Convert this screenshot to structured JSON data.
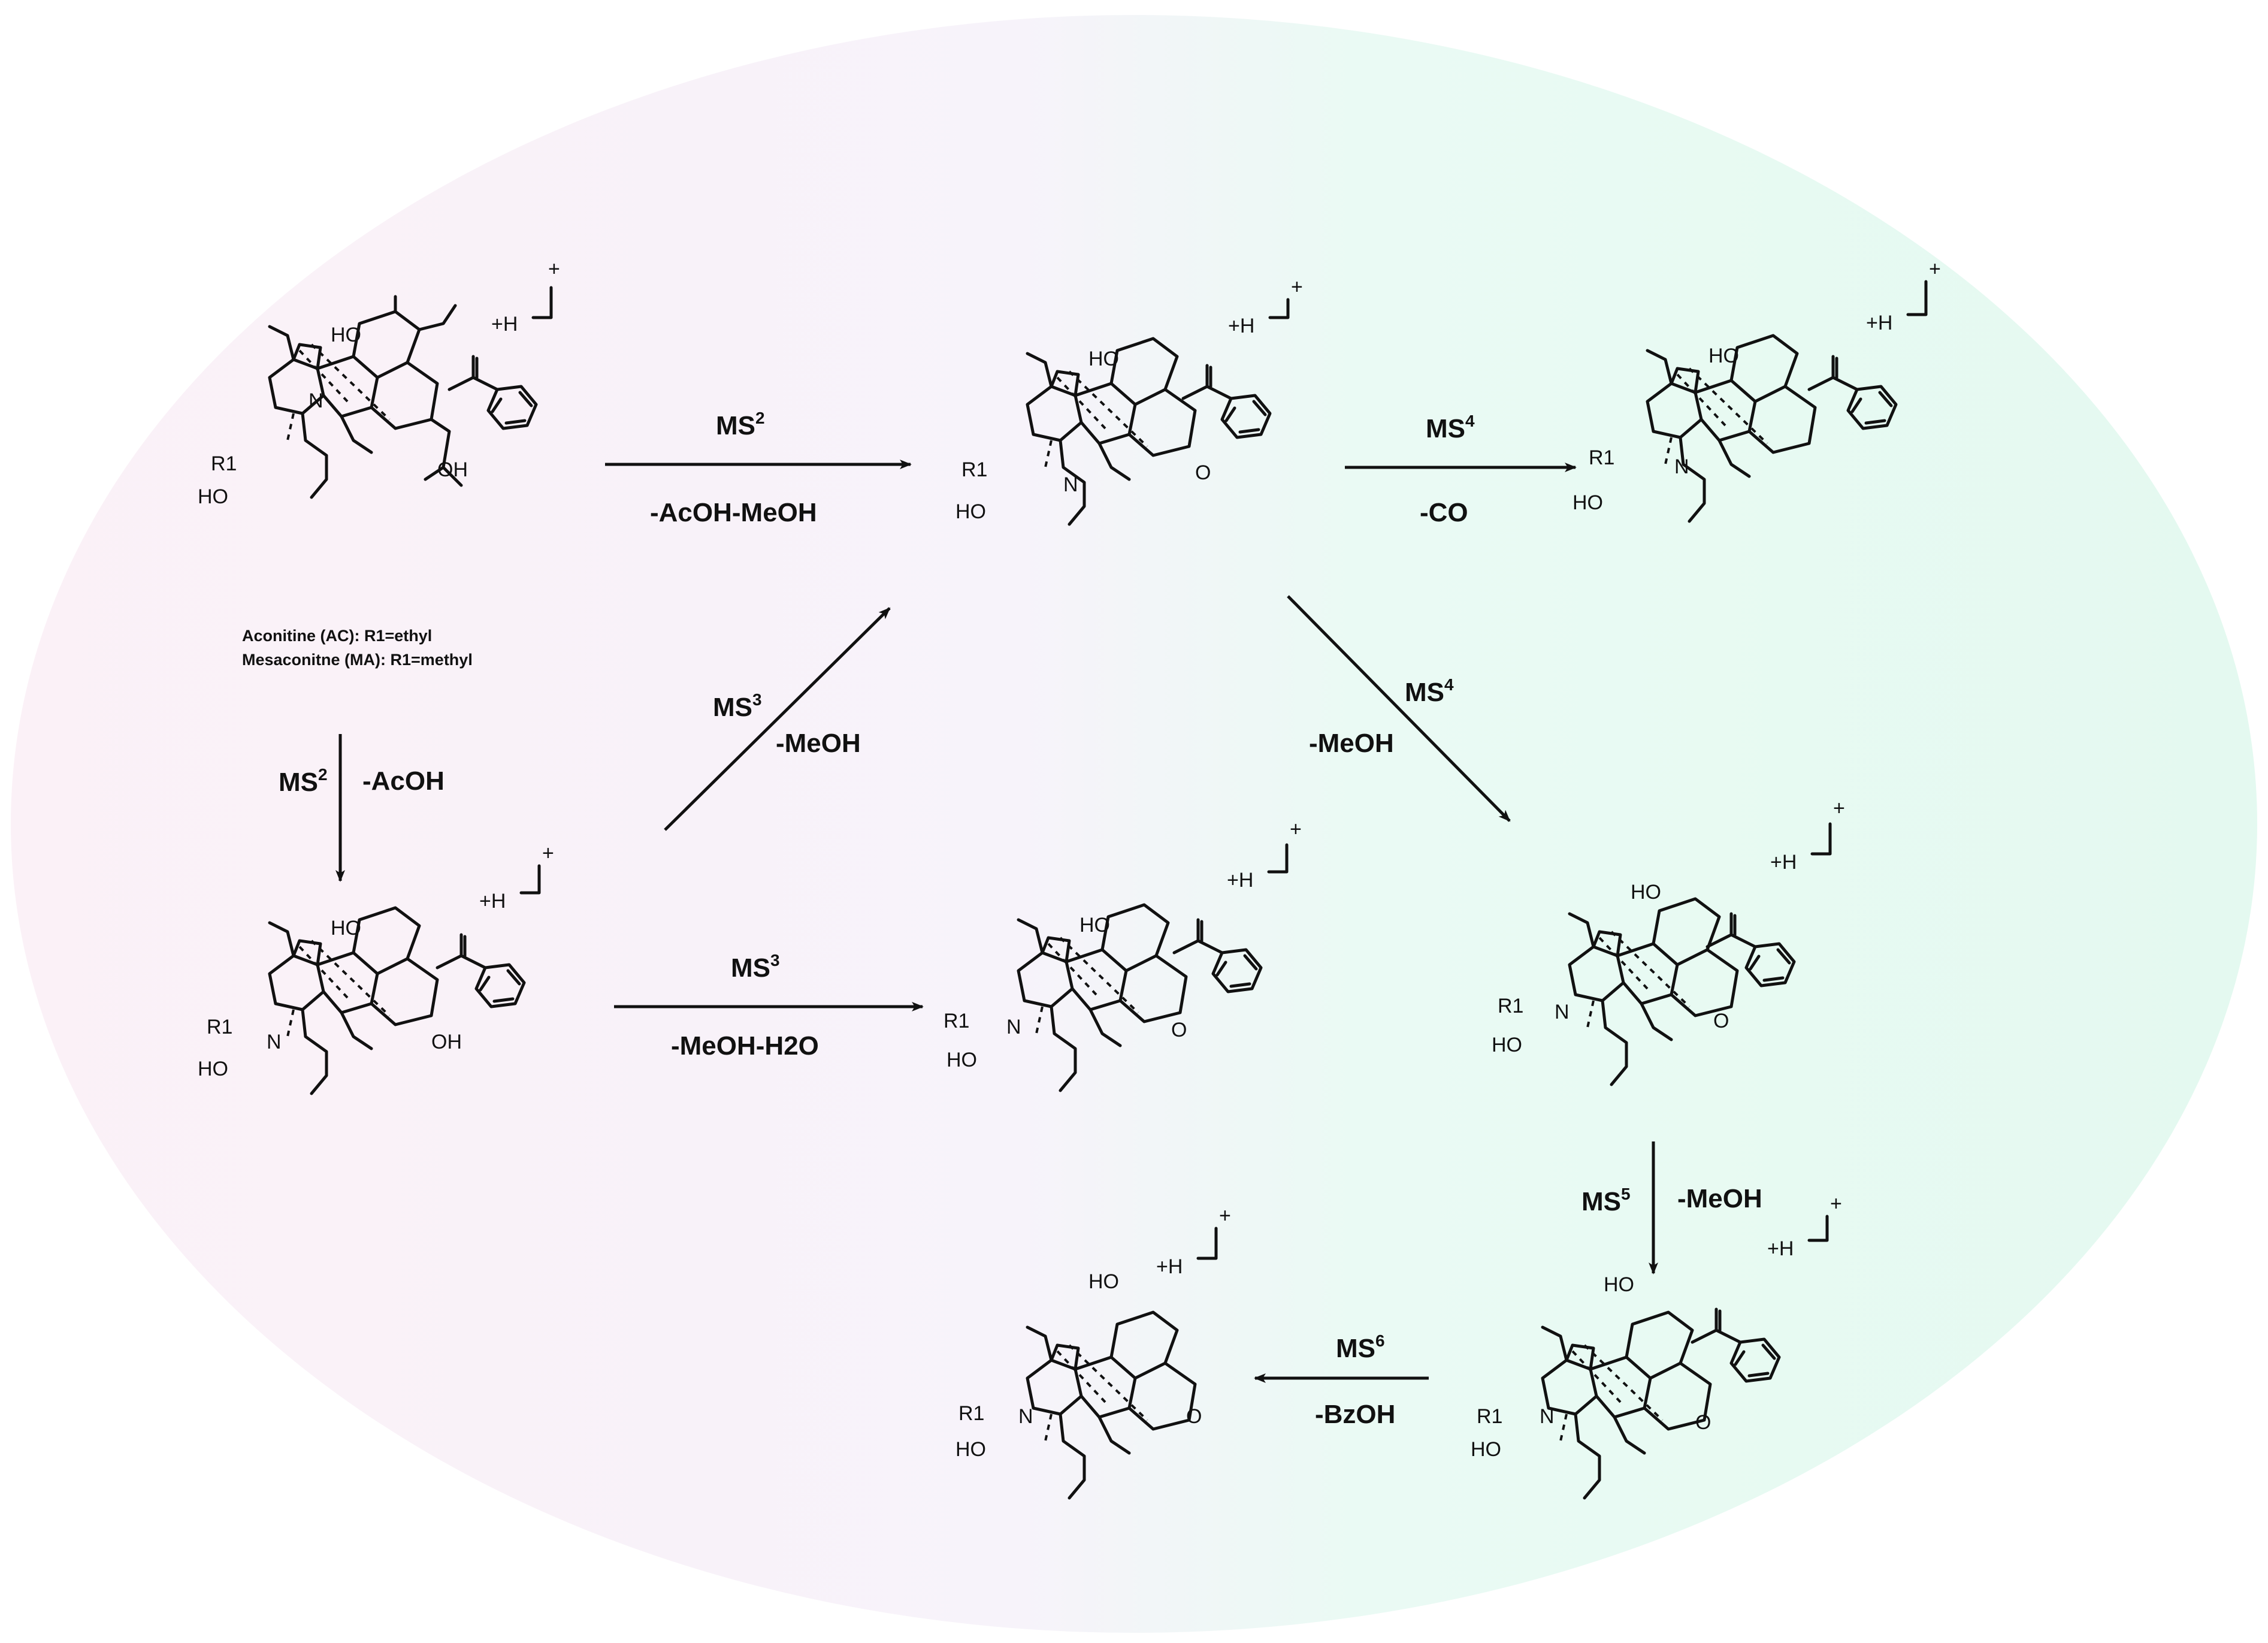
{
  "colors": {
    "left_tint": "#fbf1f7",
    "right_tint": "#e6faf2",
    "ink": "#111111"
  },
  "structures": [
    {
      "id": "aconitine",
      "charge": "+H",
      "sup": "+",
      "atoms": {
        "ho_top": "HO",
        "ho_ring": "OH",
        "ho_left": "HO",
        "n": "N",
        "r1": "R1"
      },
      "caption_lines": [
        "Aconitine (AC): R1=ethyl",
        "Mesaconitne (MA): R1=methyl"
      ]
    },
    {
      "id": "ms2-acoh-meoh",
      "charge": "+H",
      "sup": "+",
      "atoms": {
        "ho_top": "HO",
        "ho_left": "HO",
        "n": "N",
        "r1": "R1",
        "o": "O"
      }
    },
    {
      "id": "ms4-co",
      "charge": "+H",
      "sup": "+",
      "atoms": {
        "ho_top": "HO",
        "ho_left": "HO",
        "n": "N",
        "r1": "R1"
      }
    },
    {
      "id": "ms2-acoh",
      "charge": "+H",
      "sup": "+",
      "atoms": {
        "ho_top": "HO",
        "ho_ring": "OH",
        "ho_left": "HO",
        "n": "N",
        "r1": "R1"
      }
    },
    {
      "id": "ms3-meoh-h2o",
      "charge": "+H",
      "sup": "+",
      "atoms": {
        "ho_top": "HO",
        "ho_left": "HO",
        "n": "N",
        "r1": "R1",
        "o": "O"
      }
    },
    {
      "id": "ms4-meoh",
      "charge": "+H",
      "sup": "+",
      "atoms": {
        "ho_top": "HO",
        "ho_left": "HO",
        "n": "N",
        "r1": "R1",
        "o": "O"
      }
    },
    {
      "id": "ms5-meoh",
      "charge": "+H",
      "sup": "+",
      "atoms": {
        "ho_top": "HO",
        "ho_left": "HO",
        "n": "N",
        "r1": "R1",
        "o": "O"
      }
    },
    {
      "id": "ms6-bzoh",
      "charge": "+H",
      "sup": "+",
      "atoms": {
        "ho_top": "HO",
        "ho_left": "HO",
        "n": "N",
        "r1": "R1",
        "o": "O"
      }
    }
  ],
  "arrows": [
    {
      "id": "a1",
      "stage": "MS",
      "stage_sup": "2",
      "loss": "-AcOH-MeOH"
    },
    {
      "id": "a2",
      "stage": "MS",
      "stage_sup": "4",
      "loss": "-CO"
    },
    {
      "id": "a3",
      "stage": "MS",
      "stage_sup": "2",
      "loss": "-AcOH"
    },
    {
      "id": "a4",
      "stage": "MS",
      "stage_sup": "3",
      "loss": "-MeOH"
    },
    {
      "id": "a5",
      "stage": "MS",
      "stage_sup": "3",
      "loss": "-MeOH-H2O"
    },
    {
      "id": "a6",
      "stage": "MS",
      "stage_sup": "4",
      "loss": "-MeOH"
    },
    {
      "id": "a7",
      "stage": "MS",
      "stage_sup": "5",
      "loss": "-MeOH"
    },
    {
      "id": "a8",
      "stage": "MS",
      "stage_sup": "6",
      "loss": "-BzOH"
    }
  ]
}
